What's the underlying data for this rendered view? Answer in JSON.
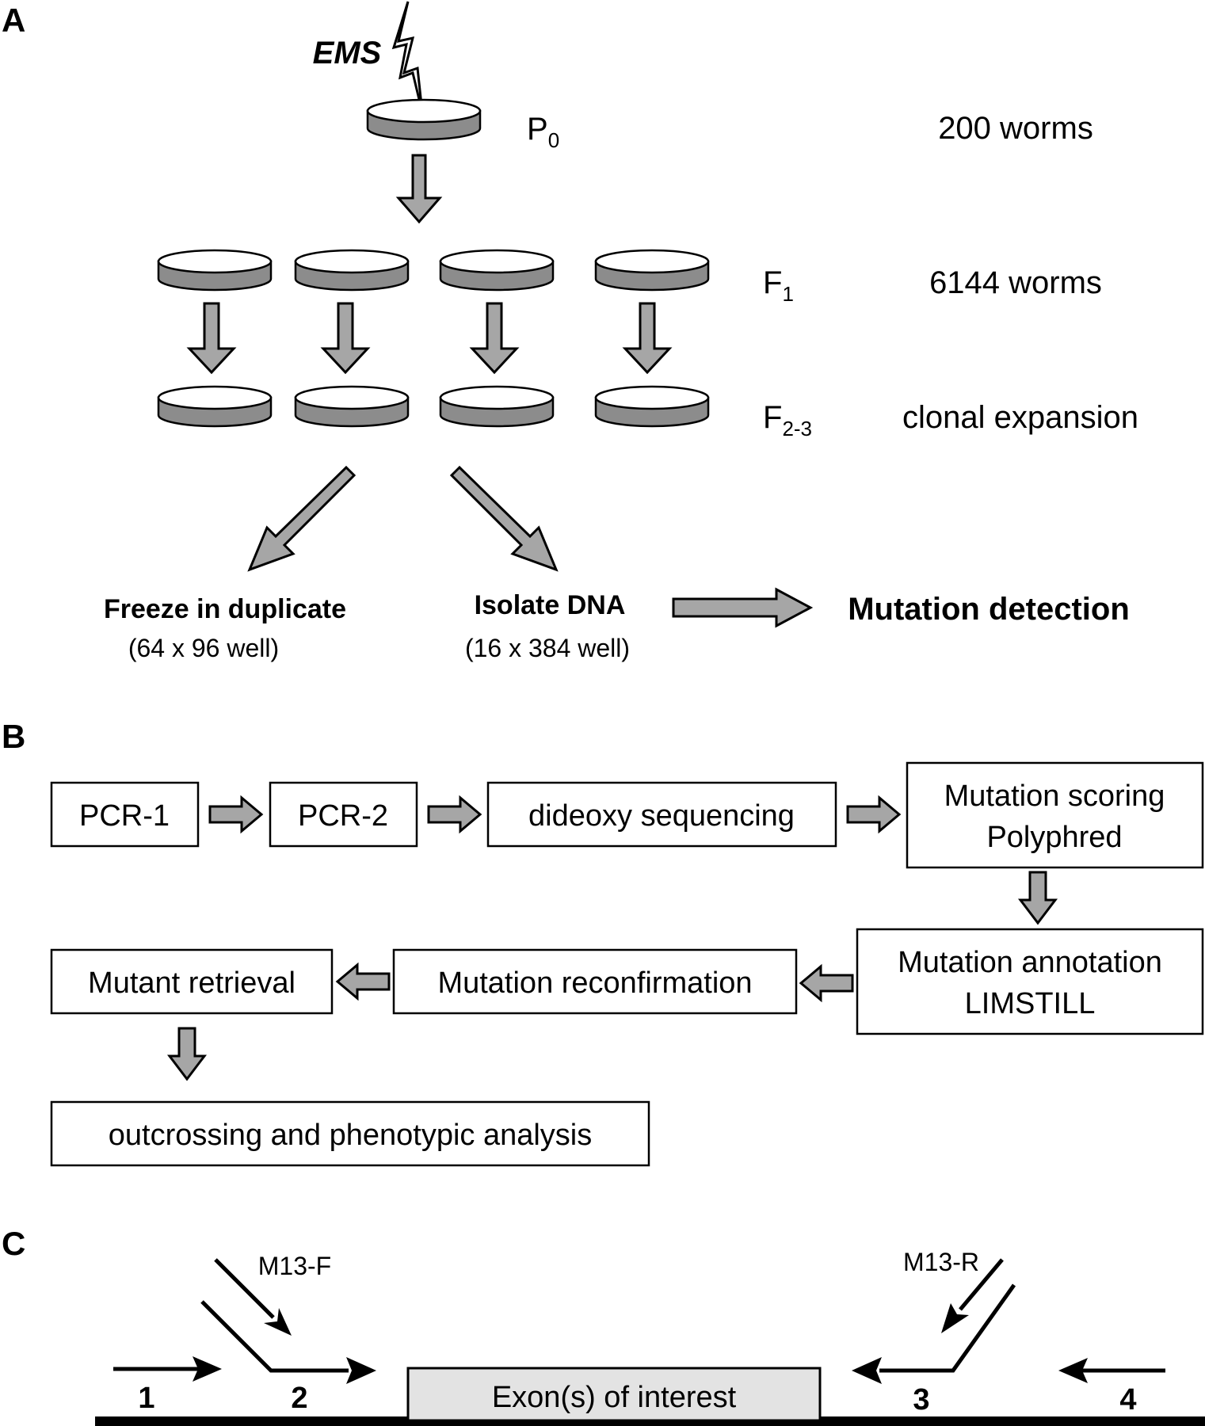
{
  "panel_a": {
    "label": "A",
    "mutagen": "EMS",
    "generations": {
      "p0": {
        "letter": "P",
        "sub": "0",
        "count": "200 worms"
      },
      "f1": {
        "letter": "F",
        "sub": "1",
        "count": "6144 worms"
      },
      "f23": {
        "letter": "F",
        "sub": "2-3",
        "count": "clonal  expansion"
      }
    },
    "freeze": {
      "title": "Freeze in duplicate",
      "detail": "(64 x 96 well)"
    },
    "isolate": {
      "title": "Isolate DNA",
      "detail": "(16 x 384 well)"
    },
    "detection": "Mutation detection"
  },
  "panel_b": {
    "label": "B",
    "steps": {
      "pcr1": "PCR-1",
      "pcr2": "PCR-2",
      "sequencing": "dideoxy sequencing",
      "scoring": [
        "Mutation scoring",
        "Polyphred"
      ],
      "annotation": [
        "Mutation annotation",
        "LIMSTILL"
      ],
      "reconfirmation": "Mutation reconfirmation",
      "retrieval": "Mutant retrieval",
      "outcrossing": "outcrossing and phenotypic analysis"
    }
  },
  "panel_c": {
    "label": "C",
    "primer_f": "M13-F",
    "primer_r": "M13-R",
    "exon": "Exon(s) of interest",
    "numbers": [
      "1",
      "2",
      "3",
      "4"
    ]
  },
  "colors": {
    "arrow_fill": "#a6a6a6",
    "dish_fill": "#8c8c8c",
    "exon_fill": "#e3e3e3"
  }
}
